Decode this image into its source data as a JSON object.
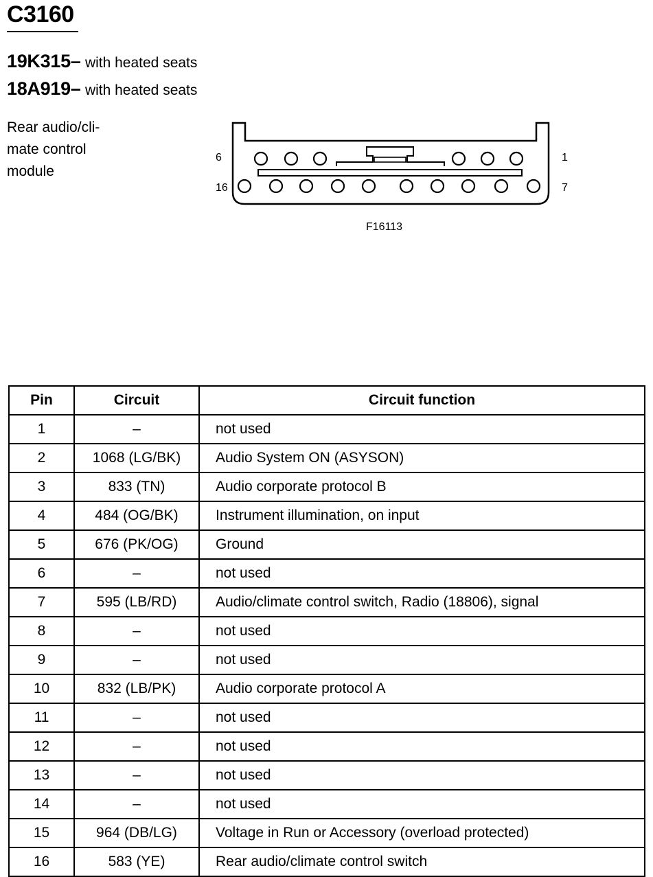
{
  "connector": {
    "id": "C3160",
    "parts": [
      {
        "number": "19K315",
        "dash": "–",
        "description": "with heated seats"
      },
      {
        "number": "18A919",
        "dash": "–",
        "description": "with heated seats"
      }
    ],
    "module_label": "Rear audio/cli-\nmate control\nmodule"
  },
  "diagram": {
    "pin_labels": {
      "top_left": "6",
      "top_right": "1",
      "bottom_left": "16",
      "bottom_right": "7"
    },
    "figure_code": "F16113"
  },
  "table": {
    "headers": [
      "Pin",
      "Circuit",
      "Circuit function"
    ],
    "rows": [
      {
        "pin": "1",
        "circuit": "–",
        "function": "not used"
      },
      {
        "pin": "2",
        "circuit": "1068 (LG/BK)",
        "function": "Audio System ON (ASYSON)"
      },
      {
        "pin": "3",
        "circuit": "833 (TN)",
        "function": "Audio corporate protocol B"
      },
      {
        "pin": "4",
        "circuit": "484 (OG/BK)",
        "function": "Instrument illumination, on input"
      },
      {
        "pin": "5",
        "circuit": "676 (PK/OG)",
        "function": "Ground"
      },
      {
        "pin": "6",
        "circuit": "–",
        "function": "not used"
      },
      {
        "pin": "7",
        "circuit": "595 (LB/RD)",
        "function": "Audio/climate control switch, Radio (18806), signal"
      },
      {
        "pin": "8",
        "circuit": "–",
        "function": "not used"
      },
      {
        "pin": "9",
        "circuit": "–",
        "function": "not used"
      },
      {
        "pin": "10",
        "circuit": "832 (LB/PK)",
        "function": "Audio corporate protocol A"
      },
      {
        "pin": "11",
        "circuit": "–",
        "function": "not used"
      },
      {
        "pin": "12",
        "circuit": "–",
        "function": "not used"
      },
      {
        "pin": "13",
        "circuit": "–",
        "function": "not used"
      },
      {
        "pin": "14",
        "circuit": "–",
        "function": "not used"
      },
      {
        "pin": "15",
        "circuit": "964 (DB/LG)",
        "function": "Voltage in Run or Accessory (overload protected)"
      },
      {
        "pin": "16",
        "circuit": "583 (YE)",
        "function": "Rear audio/climate control switch"
      }
    ]
  }
}
